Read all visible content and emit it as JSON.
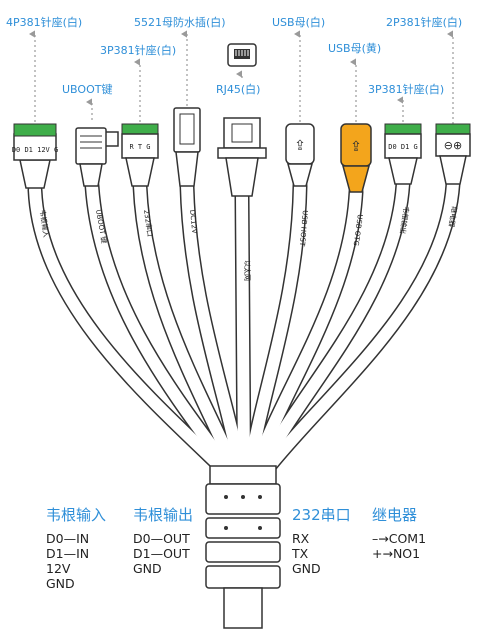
{
  "colors": {
    "accent": "#2f8fd8",
    "cable": "#ffffff",
    "outline": "#333333",
    "green": "#3fae4a",
    "yellow": "#f3a51c"
  },
  "top_labels": [
    {
      "text": "4P381针座(白)"
    },
    {
      "text": "5521母防水插(白)"
    },
    {
      "text": "USB母(白)"
    },
    {
      "text": "2P381针座(白)"
    },
    {
      "text": "3P381针座(白)"
    },
    {
      "text": "USB母(黄)"
    },
    {
      "text": "UBOOT键"
    },
    {
      "text": "RJ45(白)"
    },
    {
      "text": "3P381针座(白)"
    }
  ],
  "cables": [
    {
      "id": "relay-in",
      "text": "韦根输入",
      "icon": "green-4p-connector-icon"
    },
    {
      "id": "uboot",
      "text": "UBOOT 键",
      "icon": "uboot-key-icon"
    },
    {
      "id": "rs232",
      "text": "232串口",
      "icon": "green-3p-connector-icon"
    },
    {
      "id": "dc",
      "text": "DC12V",
      "icon": "dc-jack-icon"
    },
    {
      "id": "eth",
      "text": "以太网",
      "icon": "rj45-icon"
    },
    {
      "id": "usb-host",
      "text": "USB HOST",
      "icon": "usb-white-icon"
    },
    {
      "id": "usb-otg",
      "text": "USB OTG",
      "icon": "usb-yellow-icon"
    },
    {
      "id": "wiegand-out",
      "text": "韦根输出",
      "icon": "green-3p-connector-icon"
    },
    {
      "id": "relay",
      "text": "继电器",
      "icon": "green-2p-connector-icon"
    }
  ],
  "connector_pins": {
    "in4p": [
      "D0",
      "D1",
      "12V",
      "GND"
    ],
    "rs232_3p": [
      "RX",
      "TX",
      "GND"
    ],
    "out3p": [
      "D0",
      "D1",
      "GND"
    ],
    "relay_symbols": [
      "−",
      "+"
    ]
  },
  "legend": [
    {
      "title": "韦根输入",
      "rows": [
        "D0—IN",
        "D1—IN",
        "12V",
        "GND"
      ]
    },
    {
      "title": "韦根输出",
      "rows": [
        "D0—OUT",
        "D1—OUT",
        "GND"
      ]
    },
    {
      "title": "232串口",
      "rows": [
        "RX",
        "TX",
        "GND"
      ]
    },
    {
      "title": "继电器",
      "rows": [
        "–→COM1",
        "+→NO1"
      ]
    }
  ]
}
